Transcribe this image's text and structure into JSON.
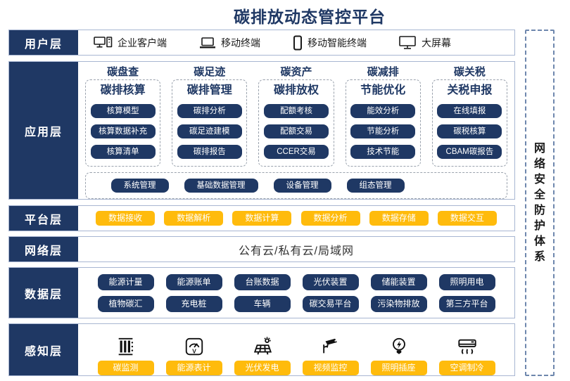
{
  "title": "碳排放动态管控平台",
  "security_band": {
    "label": "网络安全防护体系"
  },
  "colors": {
    "navy": "#1F3864",
    "yellow": "#FFBB0C",
    "row_border": "#A8B6D2",
    "dash_border": "#9aa2ad"
  },
  "layers": {
    "user": {
      "label": "用户层",
      "items": [
        {
          "icon": "desktop-pc-icon",
          "label": "企业客户端"
        },
        {
          "icon": "laptop-icon",
          "label": "移动终端"
        },
        {
          "icon": "smartphone-icon",
          "label": "移动智能终端"
        },
        {
          "icon": "big-screen-icon",
          "label": "大屏幕"
        }
      ]
    },
    "application": {
      "label": "应用层",
      "columns": [
        {
          "header": "碳盘查",
          "subheader": "碳排核算",
          "items": [
            "核算模型",
            "核算数据补充",
            "核算清单"
          ]
        },
        {
          "header": "碳足迹",
          "subheader": "碳排管理",
          "items": [
            "碳排分析",
            "碳足迹建模",
            "碳排报告"
          ]
        },
        {
          "header": "碳资产",
          "subheader": "碳排放权",
          "items": [
            "配额考核",
            "配额交易",
            "CCER交易"
          ]
        },
        {
          "header": "碳减排",
          "subheader": "节能优化",
          "items": [
            "能效分析",
            "节能分析",
            "技术节能"
          ]
        },
        {
          "header": "碳关税",
          "subheader": "关税申报",
          "items": [
            "在线填报",
            "碳税核算",
            "CBAM碳报告"
          ]
        }
      ],
      "common_modules": [
        "系统管理",
        "基础数据管理",
        "设备管理",
        "组态管理"
      ]
    },
    "platform": {
      "label": "平台层",
      "items": [
        "数据接收",
        "数据解析",
        "数据计算",
        "数据分析",
        "数据存储",
        "数据交互"
      ]
    },
    "network": {
      "label": "网络层",
      "text": "公有云/私有云/局域网"
    },
    "data": {
      "label": "数据层",
      "rows": [
        [
          "能源计量",
          "能源账单",
          "台账数据",
          "光伏装置",
          "储能装置",
          "照明用电"
        ],
        [
          "植物碳汇",
          "充电桩",
          "车辆",
          "碳交易平台",
          "污染物排放",
          "第三方平台"
        ]
      ]
    },
    "perception": {
      "label": "感知层",
      "items": [
        {
          "icon": "carbon-monitor-icon",
          "label": "碳监测"
        },
        {
          "icon": "energy-meter-icon",
          "label": "能源表计"
        },
        {
          "icon": "solar-power-icon",
          "label": "光伏发电"
        },
        {
          "icon": "cctv-camera-icon",
          "label": "视频监控"
        },
        {
          "icon": "light-bulb-icon",
          "label": "照明插座"
        },
        {
          "icon": "air-conditioner-icon",
          "label": "空调制冷"
        }
      ]
    }
  }
}
